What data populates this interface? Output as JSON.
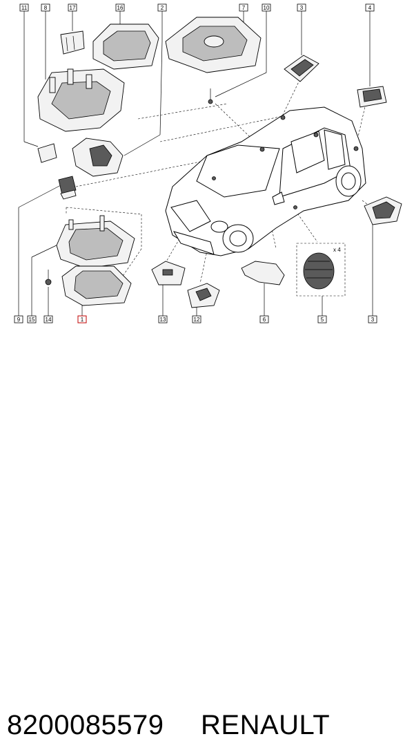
{
  "diagram": {
    "callouts_top": [
      "11",
      "8",
      "17",
      "16",
      "2",
      "7",
      "10",
      "3",
      "4"
    ],
    "callouts_bottom": [
      "9",
      "15",
      "14",
      "1",
      "13",
      "12",
      "6",
      "5",
      "3"
    ],
    "highlighted_callout": "1",
    "quantity_label": "x 4"
  },
  "caption": {
    "part_number": "8200085579",
    "brand": "RENAULT"
  },
  "colors": {
    "highlight": "#c00000",
    "line": "#000000"
  }
}
